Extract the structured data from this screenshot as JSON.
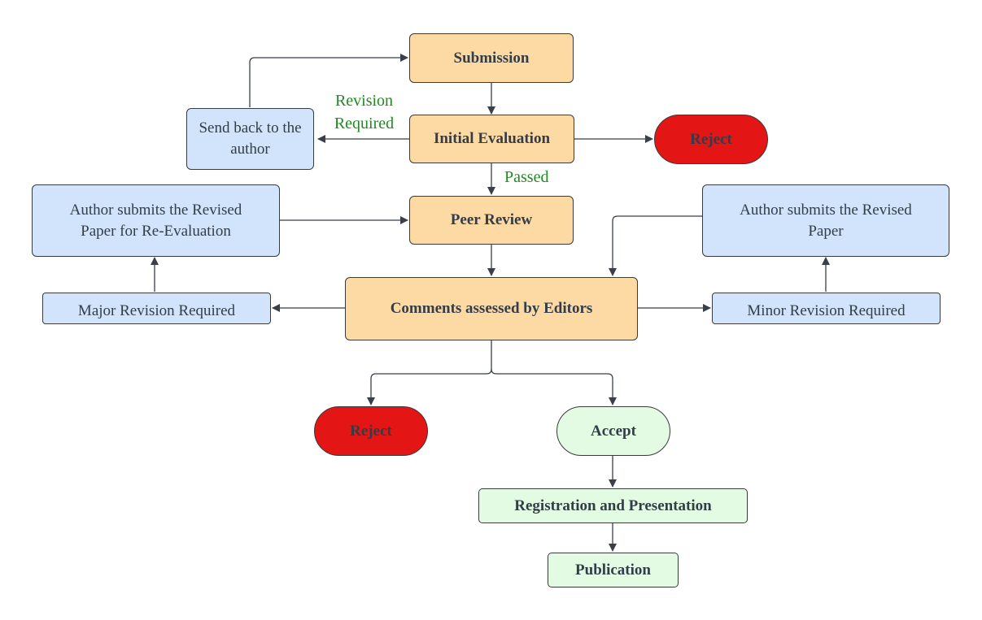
{
  "nodes": {
    "submission": "Submission",
    "initial_evaluation": "Initial Evaluation",
    "reject_top": "Reject",
    "send_back": "Send back to the author",
    "peer_review": "Peer Review",
    "author_revised_reeval": "Author submits the Revised Paper for Re-Evaluation",
    "author_revised_paper": "Author submits the Revised Paper",
    "comments_assessed": "Comments assessed by Editors",
    "major_revision": "Major Revision Required",
    "minor_revision": "Minor Revision Required",
    "reject_bottom": "Reject",
    "accept": "Accept",
    "registration": "Registration and Presentation",
    "publication": "Publication"
  },
  "edge_labels": {
    "revision_required": "Revision Required",
    "passed": "Passed"
  },
  "colors": {
    "process": "#fdd9a4",
    "revision": "#d1e4fc",
    "reject": "#e31515",
    "accept": "#e3fbe3",
    "edge_label": "#1f8a1f",
    "arrow": "#3a3f4a"
  }
}
